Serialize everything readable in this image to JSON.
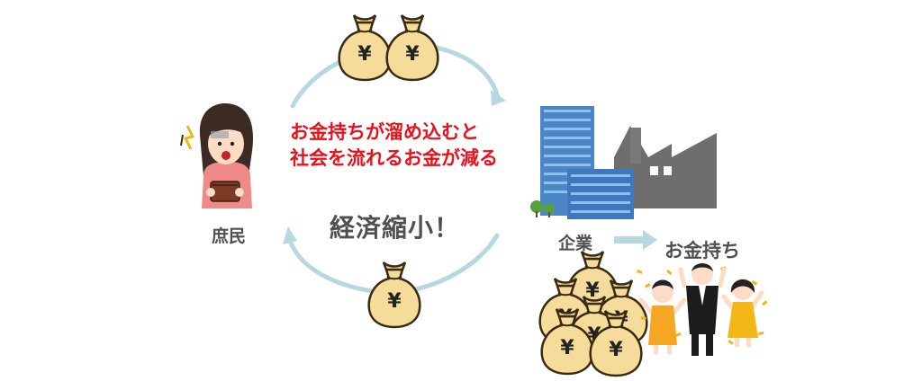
{
  "message": {
    "line1": "お金持ちが溜め込むと",
    "line2": "社会を流れるお金が減る"
  },
  "effect": "経済縮小！",
  "labels": {
    "commoner": "庶民",
    "company": "企業",
    "rich": "お金持ち"
  },
  "icons": {
    "money_bag": "money-bag-icon",
    "yen_symbol": "¥"
  },
  "colors": {
    "message_text": "#e8111c",
    "label_text": "#505050",
    "cycle_arrow": "#b8d8e0",
    "money_bag": "#f6dc9a",
    "money_bag_outline": "#3a2a12"
  }
}
